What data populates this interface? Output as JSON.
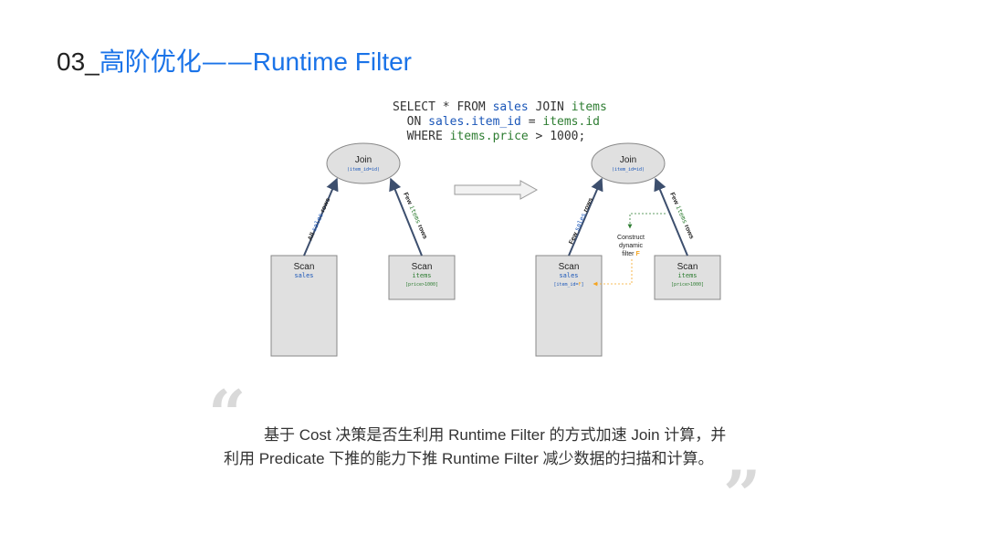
{
  "title": {
    "prefix": "03_",
    "zh": "高阶优化——",
    "en": "Runtime Filter"
  },
  "sql": {
    "line1": {
      "a": "SELECT * FROM ",
      "b": "sales",
      "c": " JOIN ",
      "d": "items"
    },
    "line2": {
      "a": "  ON ",
      "b": "sales.item_id",
      "c": " = ",
      "d": "items.id"
    },
    "line3": {
      "a": "  WHERE ",
      "b": "items.price",
      "c": " > 1000;"
    }
  },
  "left_plan": {
    "join": {
      "label": "Join",
      "cond": "(item_id=id)"
    },
    "scan_sales": {
      "label": "Scan",
      "table": "sales"
    },
    "scan_items": {
      "label": "Scan",
      "table": "items",
      "pred": "[price>1000]"
    },
    "edge_sales": {
      "a": "All ",
      "b": "sales",
      "c": " rows"
    },
    "edge_items": {
      "a": "Few ",
      "b": "items",
      "c": " rows"
    }
  },
  "right_plan": {
    "join": {
      "label": "Join",
      "cond": "(item_id=id)"
    },
    "scan_sales": {
      "label": "Scan",
      "table": "sales",
      "pred_a": "[item_id=",
      "pred_b": "F",
      "pred_c": "]"
    },
    "scan_items": {
      "label": "Scan",
      "table": "items",
      "pred": "[price>1000]"
    },
    "edge_sales": {
      "a": "Few ",
      "b": "sales",
      "c": " rows"
    },
    "edge_items": {
      "a": "Few ",
      "b": "items",
      "c": " rows"
    },
    "construct": {
      "l1": "Construct",
      "l2": "dynamic",
      "l3a": "filter ",
      "l3b": "F"
    }
  },
  "caption": {
    "line1": "基于 Cost 决策是否生利用 Runtime Filter 的方式加速 Join 计算，并",
    "line2": "利用  Predicate 下推的能力下推 Runtime Filter 减少数据的扫描和计算。"
  },
  "colors": {
    "title_blue": "#1a73e8",
    "table_blue": "#1a56b8",
    "items_green": "#2e7d32",
    "filter_orange": "#f5a623",
    "node_gray": "#e0e0e0",
    "edge_navy": "#3d4f6e"
  },
  "icons": {
    "open_quote": "“",
    "close_quote": "”",
    "arrow": "right-arrow-icon"
  }
}
